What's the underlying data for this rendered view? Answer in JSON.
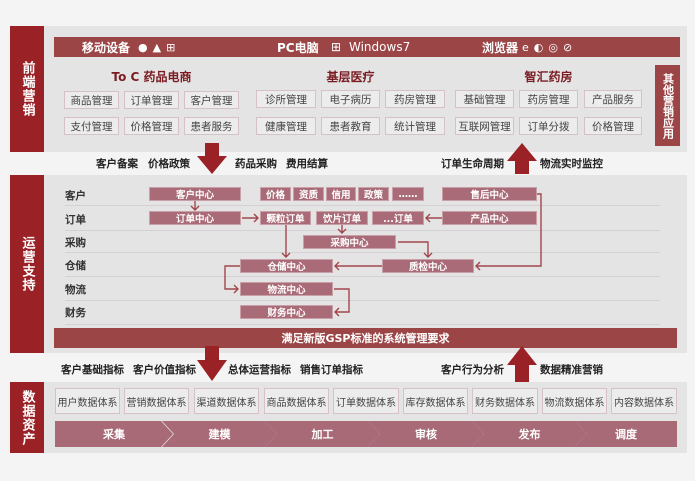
{
  "sections": {
    "front": "前端营销",
    "ops": "运营支持",
    "data": "数据资产"
  },
  "platform_bar": {
    "mobile": "移动设备",
    "pc": "PC电脑",
    "windows": "Windows7",
    "browser": "浏览器"
  },
  "groups": [
    {
      "title": "To C 药品电商",
      "items": [
        "商品管理",
        "订单管理",
        "客户管理",
        "支付管理",
        "价格管理",
        "患者服务"
      ]
    },
    {
      "title": "基层医疗",
      "items": [
        "诊所管理",
        "电子病历",
        "药房管理",
        "健康管理",
        "患者教育",
        "统计管理"
      ]
    },
    {
      "title": "智汇药房",
      "items": [
        "基础管理",
        "药房管理",
        "产品服务",
        "互联网管理",
        "订单分拨",
        "价格管理"
      ]
    }
  ],
  "other_apps": "其他营销应用",
  "flow1": {
    "left": [
      "客户备案",
      "价格政策",
      "药品采购",
      "费用结算"
    ],
    "right": [
      "订单生命周期",
      "物流实时监控"
    ]
  },
  "ops": {
    "rows": [
      "客户",
      "订单",
      "采购",
      "仓储",
      "物流",
      "财务"
    ],
    "nodes": {
      "customer": "客户中心",
      "order": "订单中心",
      "price": "价格",
      "qual": "资质",
      "credit": "信用",
      "policy": "政策",
      "more": "……",
      "aftersale": "售后中心",
      "granule": "颗粒订单",
      "slice": "饮片订单",
      "other_order": "...订单",
      "product": "产品中心",
      "purchase": "采购中心",
      "storage": "仓储中心",
      "qc": "质检中心",
      "logistics": "物流中心",
      "finance": "财务中心"
    },
    "gsp": "满足新版GSP标准的系统管理要求"
  },
  "flow2": {
    "left": [
      "客户基础指标",
      "客户价值指标",
      "总体运营指标",
      "销售订单指标"
    ],
    "right": [
      "客户行为分析",
      "数据精准营销"
    ]
  },
  "data_systems": [
    "用户数据体系",
    "营销数据体系",
    "渠道数据体系",
    "商品数据体系",
    "订单数据体系",
    "库存数据体系",
    "财务数据体系",
    "物流数据体系",
    "内容数据体系"
  ],
  "pipeline": [
    "采集",
    "建模",
    "加工",
    "审核",
    "发布",
    "调度"
  ],
  "colors": {
    "side": "#9a2226",
    "band": "#9b4546",
    "node": "#a96b77"
  }
}
